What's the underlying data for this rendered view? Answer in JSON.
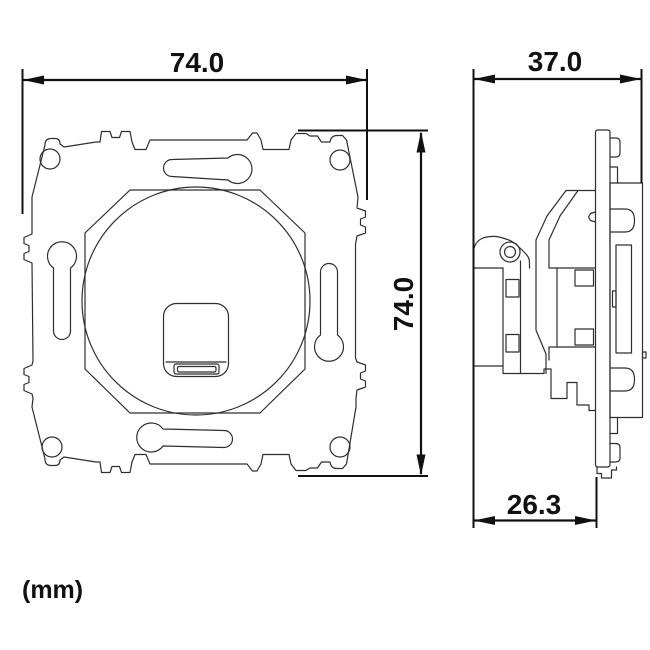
{
  "drawing": {
    "unit_label": "(mm)",
    "dimensions": {
      "front_width": "74.0",
      "front_height": "74.0",
      "side_width": "37.0",
      "side_depth": "26.3"
    },
    "views": {
      "front": "socket mounting frame, front view",
      "side": "socket mechanism, side profile view"
    },
    "colors": {
      "background": "#ffffff",
      "part_line": "#2e2e2e",
      "dimension": "#111111"
    }
  }
}
